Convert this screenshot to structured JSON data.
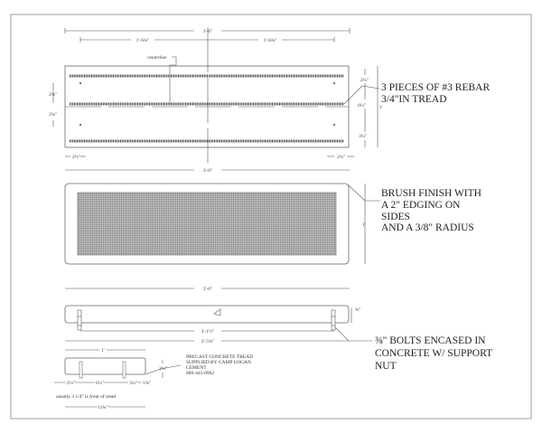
{
  "top_view": {
    "overall_length": "3'-6\"",
    "half_left": "1'-6¾\"",
    "half_right": "1'-6¾\"",
    "centerline_label": "centerline",
    "dim_top_edge": "2¼\"",
    "dim_mid": "6¼\"",
    "dim_bottom_edge": "3¼\"",
    "dim_width": "1'",
    "dim_left_upper": "2¾\"",
    "dim_left_lower": "2¾\"",
    "dim_left_end": "2½\"",
    "dim_right_end": "2¾\"",
    "note_line1": "3 PIECES OF #3 REBAR",
    "note_line2": "3/4\"IN TREAD"
  },
  "finish_view": {
    "overall_length": "3'-6\"",
    "dim_width": "1'",
    "note_lines": [
      "BRUSH FINISH WITH",
      "A 2\" EDGING ON",
      "SIDES",
      "AND A  3/8\" RADIUS"
    ]
  },
  "side_view": {
    "overall_length": "3'-6\"",
    "thickness": "¾\"",
    "bolt_spacing": "3'-1½\"",
    "bolt_outer": "3'-5¾\"",
    "note_lines": [
      "⅜\"  BOLTS  ENCASED IN",
      "CONCRETE W/ SUPPORT",
      "NUT"
    ]
  },
  "end_view": {
    "width": "1'",
    "height": "2¼\"",
    "dim_a": "2¼\"",
    "dim_b": "6¼\"",
    "dim_c": "3¼\"",
    "dim_d": "1⅜\"",
    "depth": "11¾\"",
    "usually_note": "usually 3 1/4\" is front of tread",
    "supplier_lines": [
      "PRECAST CONCRETE TREAD",
      "SUPPLIED BY CAMP LOGAN",
      "CEMENT",
      "800-445-0962"
    ]
  }
}
